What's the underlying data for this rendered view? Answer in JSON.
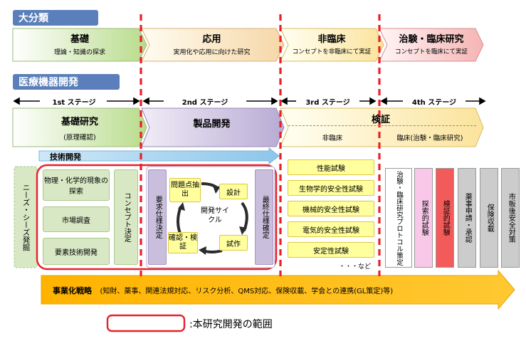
{
  "headers": {
    "major": "大分類",
    "medical": "医療機器開発"
  },
  "phases": [
    {
      "title": "基礎",
      "sub": "理論・知識の探求"
    },
    {
      "title": "応用",
      "sub": "実用化や応用に向けた研究"
    },
    {
      "title": "非臨床",
      "sub": "コンセプトを非臨床にて実証"
    },
    {
      "title": "治験・臨床研究",
      "sub": "コンセプトを臨床にて実証"
    }
  ],
  "stages": [
    "1st ステージ",
    "2nd ステージ",
    "3rd ステージ",
    "4th ステージ"
  ],
  "dev_phases": {
    "basic": {
      "title": "基礎研究",
      "sub": "(原理確認)"
    },
    "product": {
      "title": "製品開発"
    },
    "verify": {
      "title": "検証",
      "sub1": "非臨床",
      "sub2": "臨床(治験・臨床研究)"
    }
  },
  "tech_dev": "技術開発",
  "needs": "ニーズ・シーズ発掘",
  "green_items": [
    "物理・化学的現象の探索",
    "市場調査",
    "要素技術開発"
  ],
  "concept": "コンセプト決定",
  "req_spec": "要求仕様決定",
  "cycle": {
    "problem": "問題点抽出",
    "design": "設計",
    "center": "開発サイクル",
    "check": "確認・検証",
    "prototype": "試作"
  },
  "final_spec": "最終仕様確定",
  "tests": [
    "性能試験",
    "生物学的安全性試験",
    "機械的安全性試験",
    "電気的安全性試験",
    "安定性試験"
  ],
  "etc": "・・・など",
  "clinical": [
    {
      "label": "治験・臨床研究プロトコル策定",
      "color": "#ffffff"
    },
    {
      "label": "探索的試験",
      "color": "#f9c8e8"
    },
    {
      "label": "検証的試験",
      "color": "#f35a5a"
    },
    {
      "label": "薬事申請・承認",
      "color": "#cccccc"
    },
    {
      "label": "保険収載",
      "color": "#cccccc"
    },
    {
      "label": "市販後安全対策",
      "color": "#cccccc"
    }
  ],
  "strategy": {
    "title": "事業化戦略",
    "detail": "(知財、薬事、関連法規対応、リスク分析、QMS対応、保険収載、学会との連携(GL策定)等)"
  },
  "legend": ":本研究開発の範囲",
  "colors": {
    "accent_red": "#e8202a",
    "header_blue": "#5b7fba",
    "green": "#d8e8c5",
    "yellow": "#ffff9e",
    "purple": "#c9bfdc",
    "arrow": "#ffc000"
  }
}
